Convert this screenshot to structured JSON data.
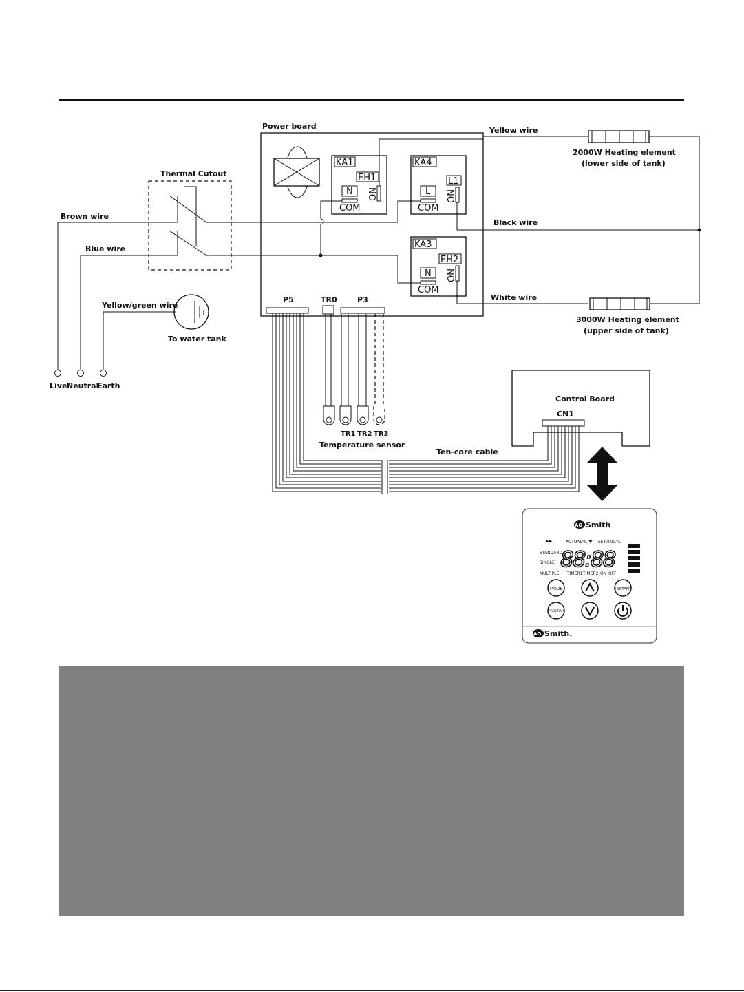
{
  "power_board": {
    "title": "Power board"
  },
  "relays": {
    "ka1": {
      "name": "KA1",
      "out": "EH1",
      "in": "N",
      "com": "COM",
      "no": "NO"
    },
    "ka4": {
      "name": "KA4",
      "out": "L1",
      "in": "L",
      "com": "COM",
      "no": "NO"
    },
    "ka3": {
      "name": "KA3",
      "out": "EH2",
      "in": "N",
      "com": "COM",
      "no": "NO"
    }
  },
  "connectors": {
    "p5": "P5",
    "tr0": "TR0",
    "p3": "P3",
    "cn1": "CN1"
  },
  "wires": {
    "yellow": "Yellow wire",
    "black": "Black wire",
    "white": "White wire",
    "brown": "Brown wire",
    "blue": "Blue wire",
    "yellow_green": "Yellow/green wire"
  },
  "heating_elements": {
    "lower": {
      "title": "2000W Heating element",
      "note": "(lower side of tank)"
    },
    "upper": {
      "title": "3000W Heating element",
      "note": "(upper side of tank)"
    }
  },
  "thermal_cutout": "Thermal Cutout",
  "water_tank": "To water tank",
  "terminals": {
    "live": "Live",
    "neutral": "Neutral",
    "earth": "Earth"
  },
  "sensors": {
    "tr1": "TR1",
    "tr2": "TR2",
    "tr3": "TR3",
    "label": "Temperature sensor"
  },
  "cable": "Ten-core cable",
  "control_board": "Control Board",
  "panel": {
    "brand": "Smith",
    "brand_bottom": "Smith.",
    "logo_mark": "AO",
    "play": "▶▶",
    "actual": "ACTUAL°C",
    "setting": "SETTING°C",
    "standard": "STANDARD",
    "single": "SINGLE",
    "multiple": "MULTIPLE",
    "digits": "88:88",
    "timer1": "TIMER1",
    "timer2": "TIMER2",
    "on": "ON",
    "off": "OFF",
    "mode": "MODE",
    "instant": "INSTANT",
    "program": "PROGRAM"
  },
  "icons": {
    "transformer": "transformer-icon",
    "earth_symbol": "earth-icon",
    "up": "up-arrow-icon",
    "down": "down-arrow-icon",
    "power": "power-icon",
    "double_arrow": "double-arrow-icon"
  }
}
